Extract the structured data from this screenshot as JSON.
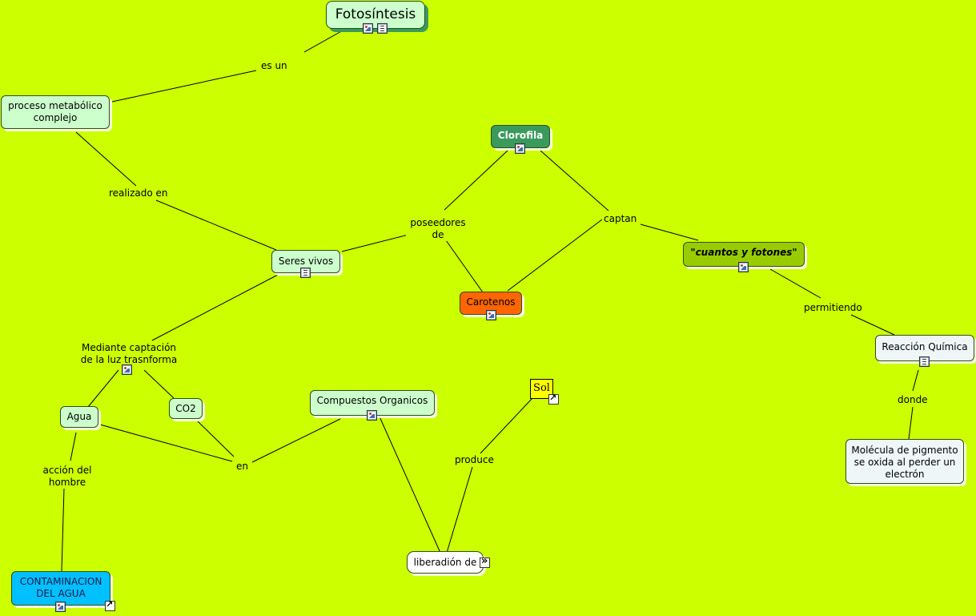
{
  "colors": {
    "background": "#ccff00",
    "clorofila": "#3a9a5c",
    "carotenos": "#ff6600",
    "cuantos": "#99cc00",
    "contaminacion": "#00c0ff",
    "sol": "#ffff00"
  },
  "nodes": {
    "fotosintesis": "Fotosíntesis",
    "proceso": "proceso metabólico complejo",
    "seres_vivos": "Seres vivos",
    "clorofila": "Clorofila",
    "carotenos": "Carotenos",
    "cuantos": "\"cuantos y fotones\"",
    "reaccion": "Reacción Química",
    "molecula": "Molécula de pigmento se oxida al perder un electrón",
    "agua": "Agua",
    "co2": "CO2",
    "compuestos": "Compuestos Organicos",
    "sol": "Sol",
    "liberacion": "liberadión de",
    "contaminacion": "CONTAMINACION DEL AGUA"
  },
  "link_labels": {
    "es_un": "es un",
    "realizado_en": "realizado en",
    "poseedores_de": "poseedores de",
    "captan": "captan",
    "permitiendo": "permitiendo",
    "donde": "donde",
    "mediante": "Mediante captación de la luz trasnforma",
    "en": "en",
    "produce": "produce",
    "accion": "acción del hombre"
  }
}
